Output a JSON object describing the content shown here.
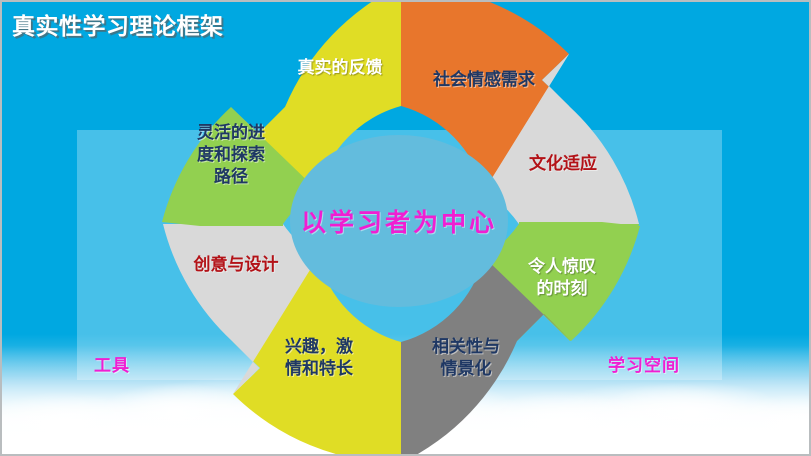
{
  "slide": {
    "title": "真实性学习理论框架",
    "background_color": "#00a8e1",
    "panel_color": "rgba(255,255,255,0.28)"
  },
  "hub": {
    "label": "以学习者为中心",
    "fill": "#63bcdd",
    "text_color": "#f01ed2"
  },
  "segments": [
    {
      "id": "feedback",
      "label": "真实的反馈",
      "fill": "#e8762c",
      "text_color": "#ffffff",
      "text_style": "L-white"
    },
    {
      "id": "social",
      "label": "社会情感需求",
      "fill": "#d9d9d9",
      "text_color": "#1f3864",
      "text_style": "L-dark"
    },
    {
      "id": "cultural",
      "label": "文化适应",
      "fill": "#92d050",
      "text_color": "#b31217",
      "text_style": "L-red"
    },
    {
      "id": "awe",
      "label": "令人惊叹\n的时刻",
      "fill": "#808080",
      "text_color": "#ffffff",
      "text_style": "L-white"
    },
    {
      "id": "relevance",
      "label": "相关性与\n情景化",
      "fill": "#e0dd25",
      "text_color": "#1f3864",
      "text_style": "L-dark"
    },
    {
      "id": "interest",
      "label": "兴趣，激\n情和特长",
      "fill": "#d9d9d9",
      "text_color": "#1f3864",
      "text_style": "L-dark"
    },
    {
      "id": "creativity",
      "label": "创意与设计",
      "fill": "#92d050",
      "text_color": "#b31217",
      "text_style": "L-red"
    },
    {
      "id": "flexible",
      "label": "灵活的进\n度和探索\n路径",
      "fill": "#e0dd25",
      "text_color": "#1f3864",
      "text_style": "L-dark"
    }
  ],
  "corner_labels": {
    "left": "工具",
    "right": "学习空间",
    "color": "#f01ed2"
  }
}
